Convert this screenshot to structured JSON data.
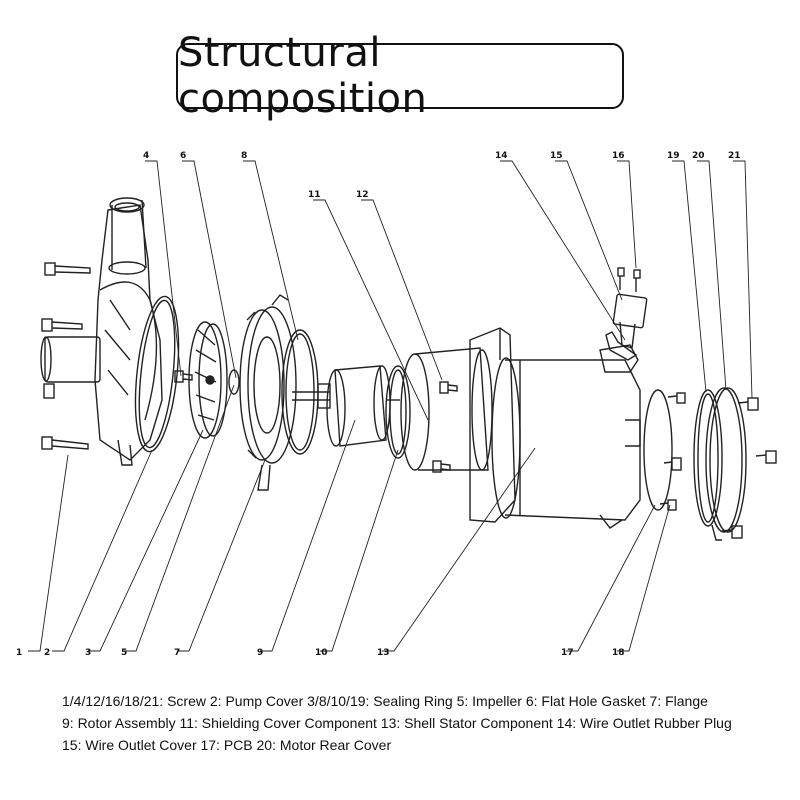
{
  "title": "Structural composition",
  "callouts": [
    "1",
    "2",
    "3",
    "5",
    "7",
    "9",
    "10",
    "13",
    "17",
    "18",
    "4",
    "6",
    "8",
    "11",
    "12",
    "14",
    "15",
    "16",
    "19",
    "20",
    "21"
  ],
  "legend": {
    "line1": "1/4/12/16/18/21: Screw  2: Pump Cover  3/8/10/19: Sealing Ring  5: Impeller  6: Flat Hole Gasket  7: Flange",
    "line2": "9: Rotor Assembly  11: Shielding Cover Component  13: Shell Stator Component  14: Wire Outlet Rubber Plug",
    "line3": "15: Wire Outlet Cover  17:  PCB   20: Motor Rear Cover"
  }
}
